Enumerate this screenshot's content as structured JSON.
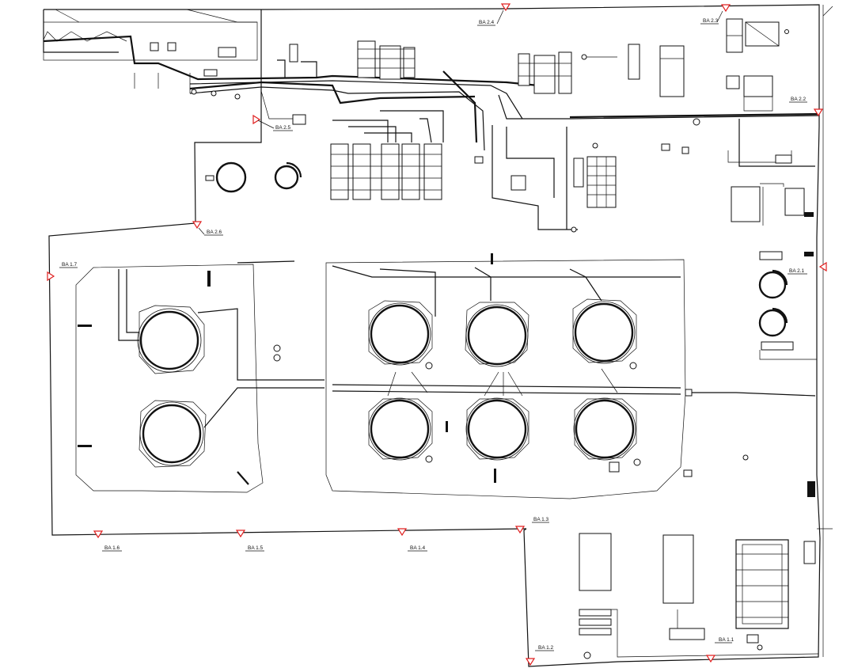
{
  "markers": [
    {
      "id": "m-ba11",
      "label": "BA 1.1"
    },
    {
      "id": "m-ba12",
      "label": "BA 1.2"
    },
    {
      "id": "m-ba13",
      "label": "BA 1.3"
    },
    {
      "id": "m-ba14",
      "label": "BA 1.4"
    },
    {
      "id": "m-ba15",
      "label": "BA 1.5"
    },
    {
      "id": "m-ba16",
      "label": "BA 1.6"
    },
    {
      "id": "m-ba17",
      "label": "BA 1.7"
    },
    {
      "id": "m-ba21",
      "label": "BA 2.1"
    },
    {
      "id": "m-ba22",
      "label": "BA 2.2"
    },
    {
      "id": "m-ba23",
      "label": "BA 2.3"
    },
    {
      "id": "m-ba24",
      "label": "BA 2.4"
    },
    {
      "id": "m-ba25",
      "label": "BA 2.5"
    },
    {
      "id": "m-ba26",
      "label": "BA 2.6"
    }
  ],
  "colors": {
    "lines": "#111111",
    "marker": "#e02020",
    "background": "#ffffff"
  }
}
